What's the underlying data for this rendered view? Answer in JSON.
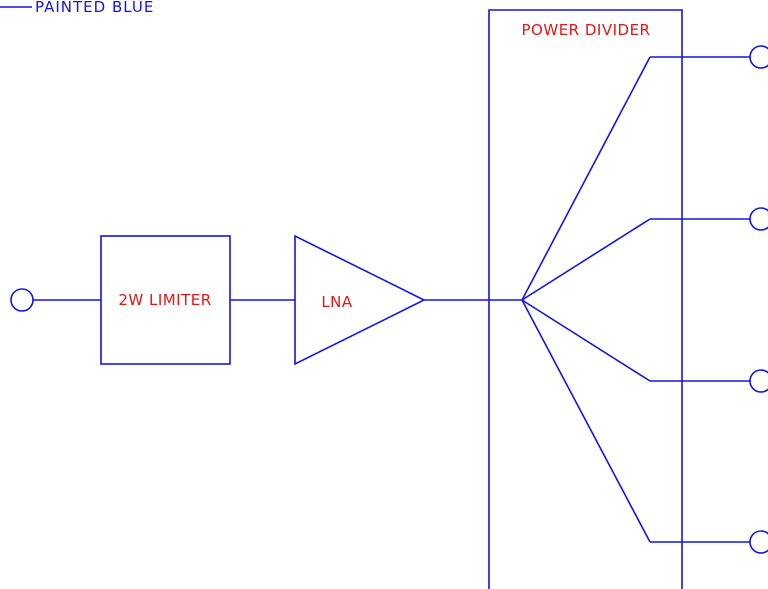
{
  "colors": {
    "line": "#1414e6",
    "block_label": "#e61414",
    "note_label": "#1414e6"
  },
  "note": {
    "text": "PAINTED BLUE"
  },
  "blocks": {
    "limiter": "2W LIMITER",
    "lna": "LNA",
    "power_divider": "POWER DIVIDER"
  },
  "ports": {
    "input_count": 1,
    "output_count": 4
  }
}
